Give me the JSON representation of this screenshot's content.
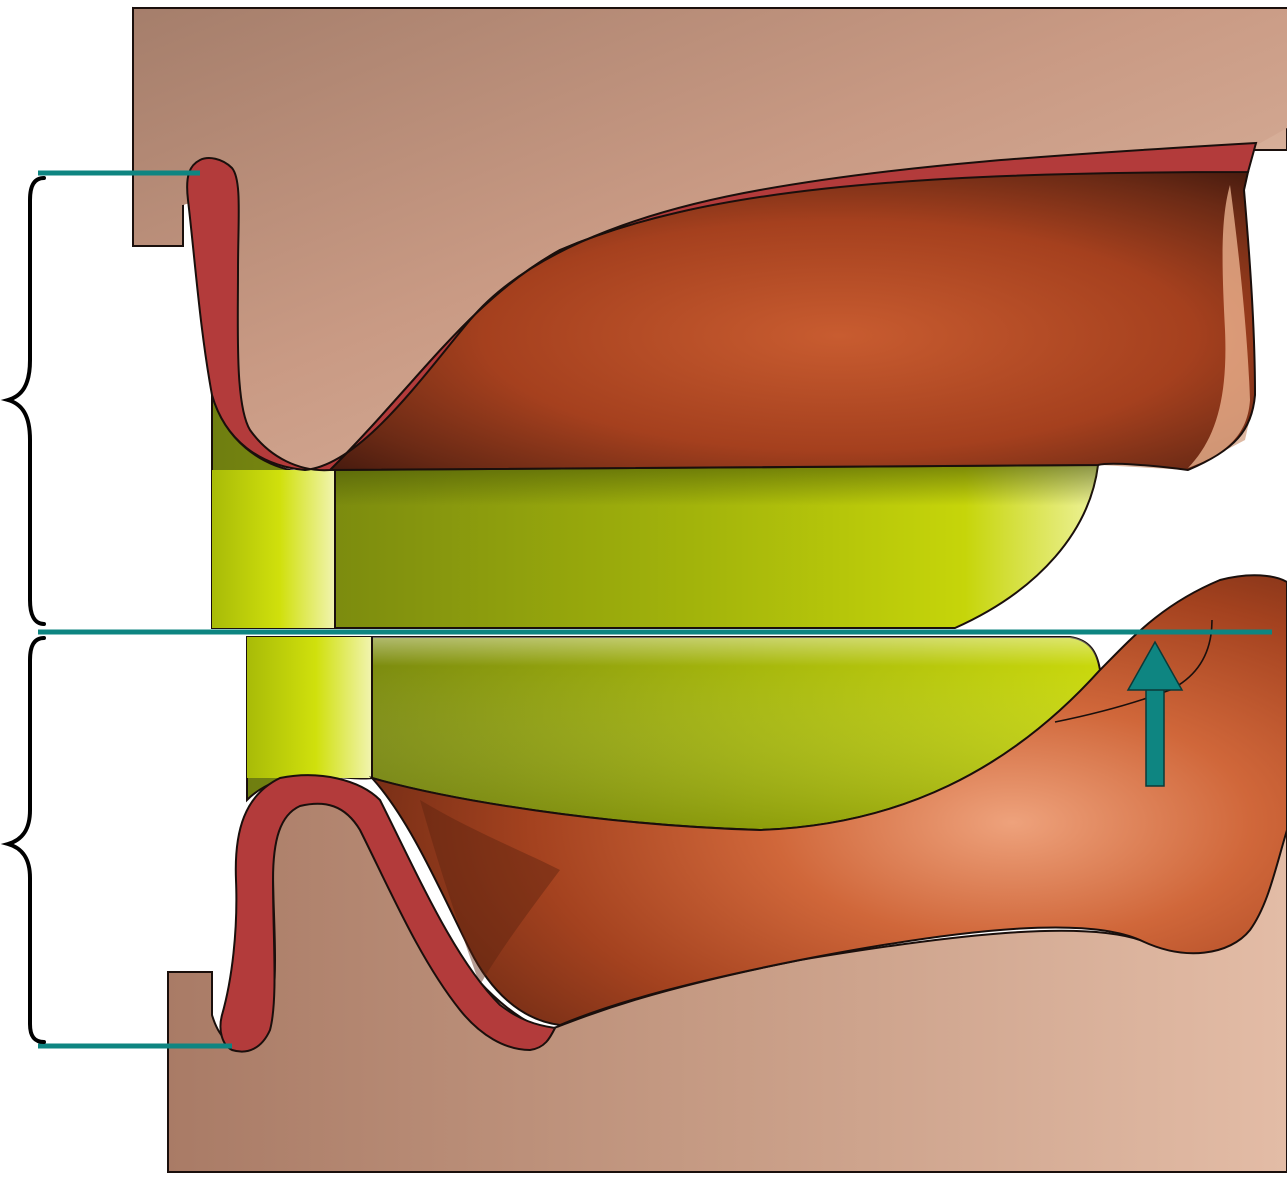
{
  "diagram": {
    "labels": [],
    "colors": {
      "bone_block": "#c2937b",
      "bone_block_light": "#ddb6a0",
      "cortex": "#b13a3a",
      "cortex_outline": "#1a0f0c",
      "cartilage": "#9fb30a",
      "cartilage_light": "#d6e41a",
      "cartilage_dark": "#6c7a0e",
      "teeth_body": "#c6582b",
      "teeth_dark": "#5a2212",
      "teeth_light": "#eea27c",
      "guide_line": "#0e8581",
      "arrow": "#0e8581",
      "bracket": "#000000"
    },
    "arrow": {
      "direction": "up",
      "icon": "up-arrow-icon"
    },
    "brackets": [
      {
        "name": "upper-span",
        "icon": "curly-brace-icon"
      },
      {
        "name": "lower-span",
        "icon": "curly-brace-icon"
      }
    ]
  }
}
